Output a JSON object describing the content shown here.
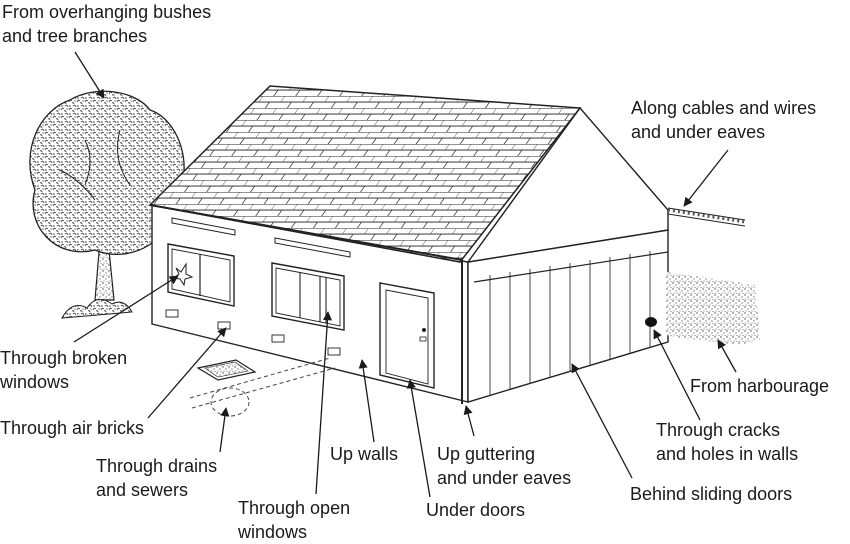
{
  "labels": {
    "bushes": "From overhanging bushes\nand tree branches",
    "cables": "Along cables and wires\nand under eaves",
    "broken_windows": "Through broken\nwindows",
    "air_bricks": "Through air bricks",
    "drains": "Through drains\nand sewers",
    "open_windows": "Through open\nwindows",
    "walls": "Up walls",
    "guttering": "Up guttering\nand under eaves",
    "doors": "Under doors",
    "harbourage": "From harbourage",
    "cracks": "Through cracks\nand holes in walls",
    "sliding_doors": "Behind sliding doors"
  }
}
